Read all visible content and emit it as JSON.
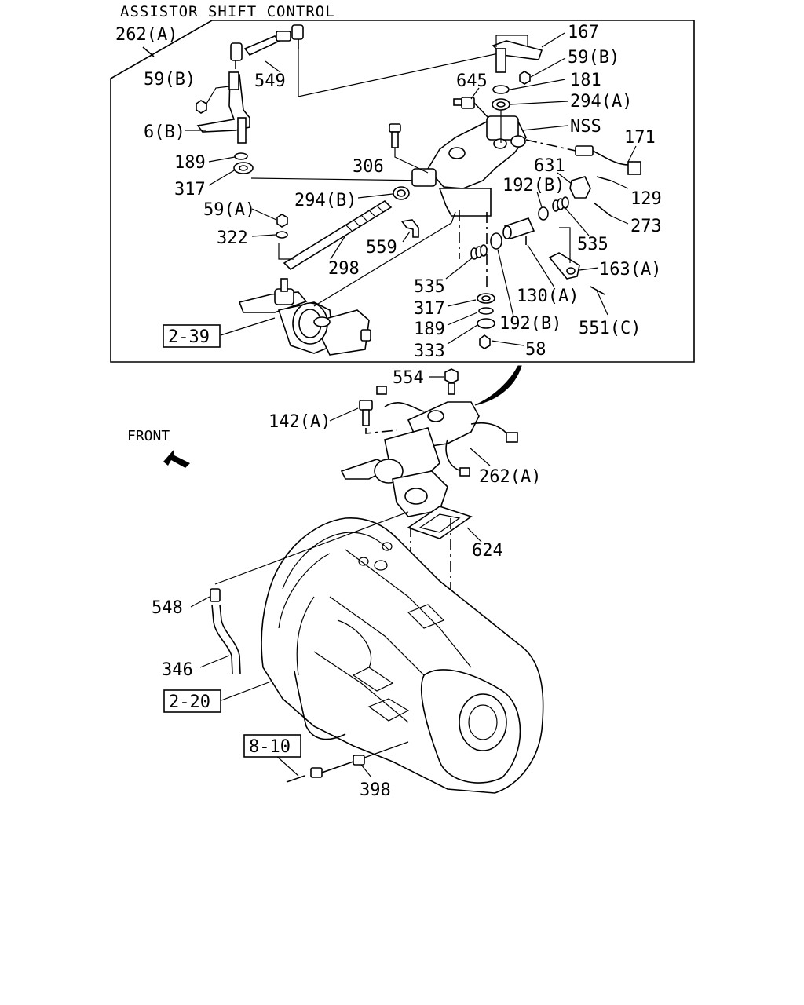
{
  "title": "ASSISTOR SHIFT CONTROL",
  "front_label": "FRONT",
  "callouts": {
    "c262a_top": "262(A)",
    "c549": "549",
    "c59b_left": "59(B)",
    "c6b": "6(B)",
    "c189_top": "189",
    "c317_top": "317",
    "c59a": "59(A)",
    "c322": "322",
    "c298": "298",
    "c306": "306",
    "c294b": "294(B)",
    "c559": "559",
    "c167": "167",
    "c59b_right": "59(B)",
    "c645": "645",
    "c181": "181",
    "c294a": "294(A)",
    "cnss": "NSS",
    "c171": "171",
    "c631": "631",
    "c129": "129",
    "c192b_top": "192(B)",
    "c273": "273",
    "c535_right": "535",
    "c163a": "163(A)",
    "c535_mid": "535",
    "c130a": "130(A)",
    "c317_bot": "317",
    "c189_bot": "189",
    "c192b_bot": "192(B)",
    "c333": "333",
    "c58": "58",
    "c551c": "551(C)",
    "c554": "554",
    "c142a": "142(A)",
    "c262a_mid": "262(A)",
    "c624": "624",
    "c548": "548",
    "c346": "346",
    "c398": "398"
  },
  "ref_boxes": {
    "r239": "2-39",
    "r220": "2-20",
    "r810": "8-10"
  }
}
